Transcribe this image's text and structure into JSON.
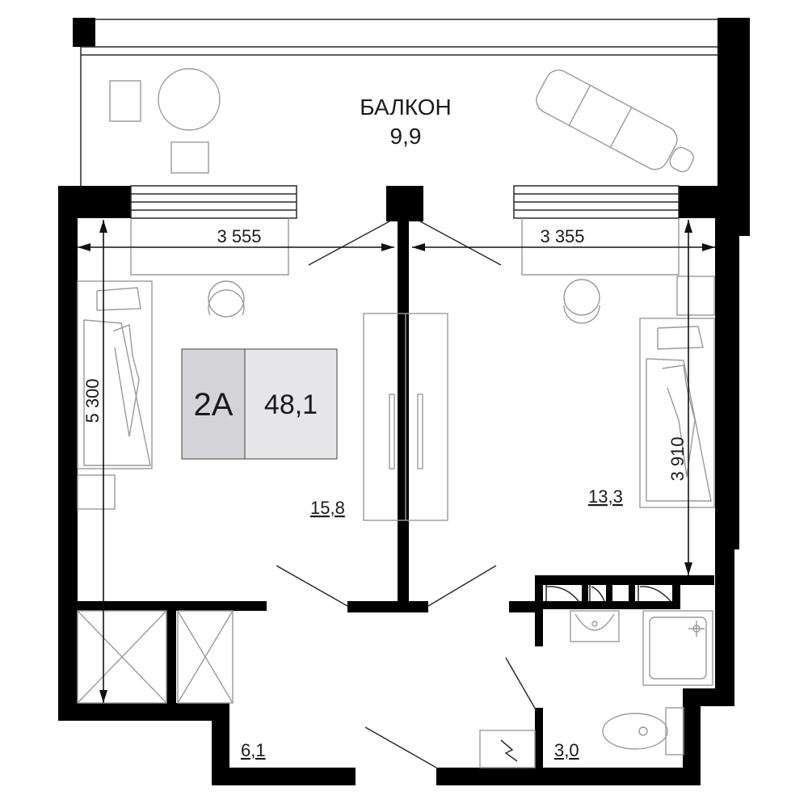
{
  "apartment": {
    "type_code": "2А",
    "total_area": "48,1"
  },
  "rooms": {
    "balcony": {
      "name": "БАЛКОН",
      "area": "9,9"
    },
    "room_left": {
      "area": "15,8"
    },
    "room_right": {
      "area": "13,3"
    },
    "hall": {
      "area": "6,1"
    },
    "bathroom": {
      "area": "3,0"
    }
  },
  "dimensions": {
    "left_width": "3 555",
    "right_width": "3 355",
    "left_depth": "5 300",
    "right_depth": "3 910"
  },
  "colors": {
    "wall": "#000000",
    "badge_dark": "#d4d4d8",
    "badge_light": "#e6e6e8",
    "furniture": "#9a9a9a"
  }
}
